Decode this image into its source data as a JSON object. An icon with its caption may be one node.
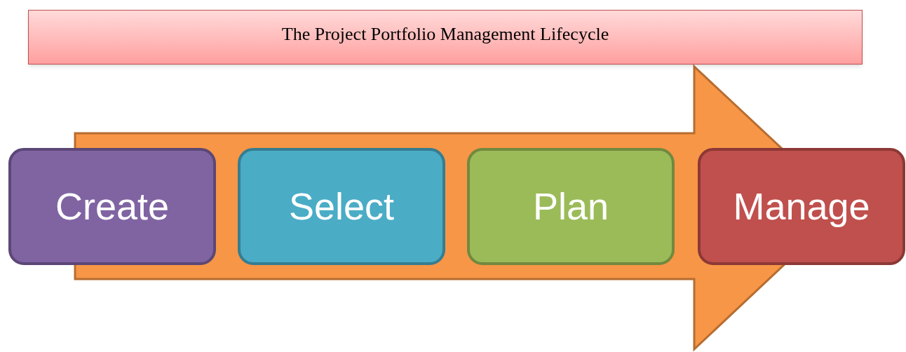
{
  "diagram": {
    "title": "The Project Portfolio Management Lifecycle",
    "nodes": [
      {
        "text": [
          "Create"
        ]
      },
      {
        "text": [
          "Select"
        ]
      },
      {
        "text": [
          "Plan"
        ]
      },
      {
        "text": [
          "Manage"
        ]
      }
    ],
    "edges": [
      {
        "from": 0,
        "to": 3,
        "arrow": "to"
      }
    ]
  }
}
